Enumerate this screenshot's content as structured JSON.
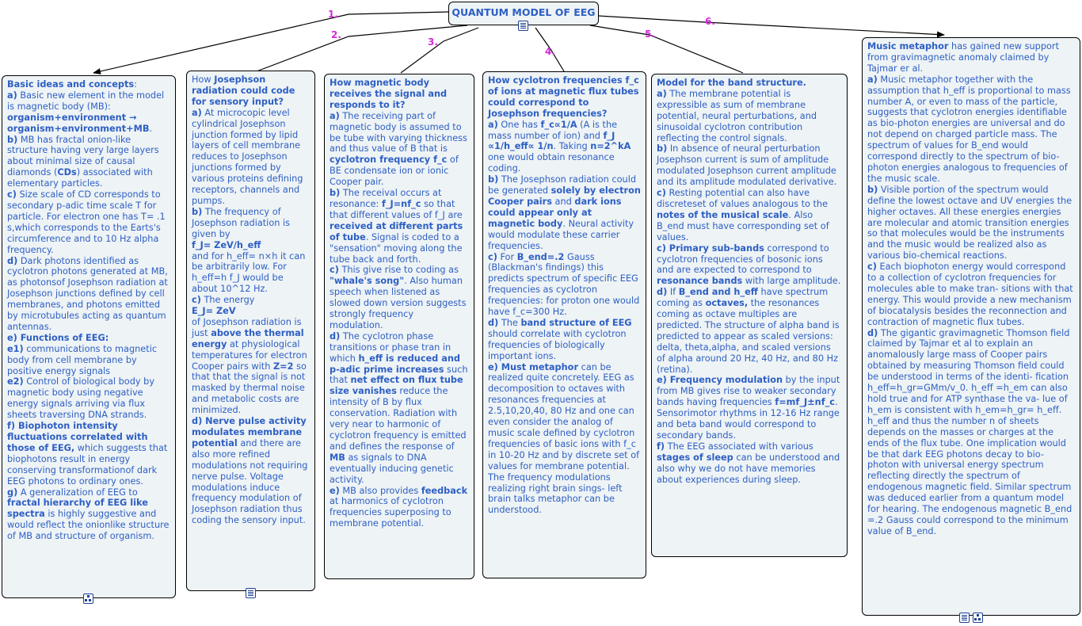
{
  "root": {
    "title": "QUANTUM MODEL OF EEG"
  },
  "colors": {
    "text": "#2d5fc4",
    "number": "#d42ad8",
    "box_bg": "#eef3f5",
    "border": "#000000"
  },
  "links": [
    "1.",
    "2.",
    "3.",
    "4.",
    "5.",
    "6."
  ],
  "nodes": [
    {
      "paras": [
        [
          {
            "t": "Basic ideas and concepts",
            "b": true
          },
          {
            "t": ":"
          }
        ],
        [
          {
            "t": "a)",
            "b": true
          },
          {
            "t": " Basic new element in the model is magnetic body (MB): "
          },
          {
            "t": "organism+environment → organism+environment+MB",
            "b": true
          },
          {
            "t": "."
          }
        ],
        [
          {
            "t": "b)",
            "b": true
          },
          {
            "t": " MB has fractal onion-like structure having very large layers  about minimal size of causal diamonds ("
          },
          {
            "t": "CDs",
            "b": true
          },
          {
            "t": ") associated with  elementary particles."
          }
        ],
        [
          {
            "t": "c)",
            "b": true
          },
          {
            "t": " Size scale of CD corresponds to secondary p-adic time scale T for particle. For  electron one has T= .1 s,which corresponds to the Earts's  circumference and to 10 Hz alpha frequency."
          }
        ],
        [
          {
            "t": "d)",
            "b": true
          },
          {
            "t": " Dark photons identified as cyclotron photons generated at MB,  as  photonsof Josephson radiation at Josephson junctions defined by cell membranes, and photons emitted by  microtubules acting as quantum  antennas."
          }
        ],
        [
          {
            "t": "e) Functions of EEG:",
            "b": true
          }
        ],
        [
          {
            "t": "e1)",
            "b": true
          },
          {
            "t": " communications to magnetic body  from cell membrane by positive energy signals"
          }
        ],
        [
          {
            "t": "e2)",
            "b": true
          },
          {
            "t": " Control of biological body by magnetic body using negative energy signals  arriving via flux sheets traversing DNA strands."
          }
        ],
        [
          {
            "t": "f) Biophoton intensity fluctuations correlated with those of EEG,",
            "b": true
          },
          {
            "t": " which suggests that biophotons result in energy conserving transformationof dark EEG photons  to ordinary ones."
          }
        ],
        [
          {
            "t": "g)",
            "b": true
          },
          {
            "t": " A generalization of EEG to "
          },
          {
            "t": "fractal hierarchy of EEG like spectra",
            "b": true
          },
          {
            "t": " is  highly suggestive and would  reflect the onionlike structure  of MB and structure of organism."
          }
        ]
      ]
    },
    {
      "paras": [
        [
          {
            "t": "How "
          },
          {
            "t": "Josephson radiation could code for sensory input?",
            "b": true
          }
        ],
        [
          {
            "t": "a)",
            "b": true
          },
          {
            "t": " At microcopic level cylindrical Josephson junction  formed by lipid layers of cell membrane reduces to Josephson junctions formed by various proteins defining receptors, channels and pumps."
          }
        ],
        [
          {
            "t": "b)",
            "b": true
          },
          {
            "t": " The frequency of Josephson radiation is given by"
          }
        ],
        [
          {
            "t": "f_J= ZeV/h_eff",
            "b": true
          }
        ],
        [
          {
            "t": "and for  h_eff= n×h it can be arbitrarily low. For h_eff=h f_J would be about 10^12 Hz."
          }
        ],
        [
          {
            "t": "c)",
            "b": true
          },
          {
            "t": " The energy"
          }
        ],
        [
          {
            "t": "E_J= ZeV",
            "b": true
          }
        ],
        [
          {
            "t": "of Josephson radiation is just "
          },
          {
            "t": "above the thermal energy",
            "b": true
          },
          {
            "t": " at physiological temperatures for electron Cooper pairs with "
          },
          {
            "t": "Z=2",
            "b": true
          },
          {
            "t": "  so that that the signal is not masked by thermal noise  and metabolic costs are  minimized."
          }
        ],
        [
          {
            "t": "d) Nerve pulse activity modulates membrane potential",
            "b": true
          },
          {
            "t": " and there are also more refined modulations not requiring  nerve pulse. Voltage modulations induce  frequency modulation of Josephson radiation thus coding  the sensory input."
          }
        ]
      ]
    },
    {
      "paras": [
        [
          {
            "t": "How magnetic body receives the signal and responds to it?",
            "b": true
          }
        ],
        [
          {
            "t": "a)",
            "b": true
          },
          {
            "t": " The receiving part of magnetic body is assumed to be tube with varying thickness and thus value of B that is "
          },
          {
            "t": "cyclotron frequency  f_c",
            "b": true
          },
          {
            "t": " of BE condensate ion or ionic Cooper pair."
          }
        ],
        [
          {
            "t": "b)",
            "b": true
          },
          {
            "t": " The receival occurs at resonance: "
          },
          {
            "t": "f_J=nf_c",
            "b": true
          },
          {
            "t": " so that that different values of f_J are "
          },
          {
            "t": "received at different parts of tube",
            "b": true
          },
          {
            "t": ". Signal is coded to a \"sensation\" moving  along the tube back and forth."
          }
        ],
        [
          {
            "t": "c)",
            "b": true
          },
          {
            "t": " This give rise to coding as "
          },
          {
            "t": "\"whale's song\"",
            "b": true
          },
          {
            "t": ". Also human  speech when listened  as slowed down version suggests strongly frequency modulation."
          }
        ],
        [
          {
            "t": "d)",
            "b": true
          },
          {
            "t": " The cyclotron phase transitions or phase tran in which "
          },
          {
            "t": "h_eff  is reduced and p-adic prime increases",
            "b": true
          },
          {
            "t": " such that "
          },
          {
            "t": "net effect on flux tube size vanishes",
            "b": true
          },
          {
            "t": " reduce the intensity of B by flux conservation.  Radiation with very near  to harmonic of cyclotron frequency is emitted  and defines the response of "
          },
          {
            "t": "MB",
            "b": true
          },
          {
            "t": " as signals to DNA eventually inducing genetic activity."
          }
        ],
        [
          {
            "t": "e)",
            "b": true
          },
          {
            "t": " MB also provides "
          },
          {
            "t": "feedback",
            "b": true
          },
          {
            "t": " at harmonics of cyclotron frequencies superposing to membrane potential."
          }
        ]
      ]
    },
    {
      "paras": [
        [
          {
            "t": "How cyclotron frequencies f_c of ions at magnetic flux tubes could correspond to Josephson frequencies?",
            "b": true
          }
        ],
        [
          {
            "t": "a)",
            "b": true
          },
          {
            "t": " One has "
          },
          {
            "t": "f_c∝1/A",
            "b": true
          },
          {
            "t": "  (A is the mass number of ion) and "
          },
          {
            "t": "f_J ∝1/h_eff∝ 1/n",
            "b": true
          },
          {
            "t": ". Taking  "
          },
          {
            "t": "n=2^kA",
            "b": true
          },
          {
            "t": " one would obtain resonance coding."
          }
        ],
        [
          {
            "t": "b)",
            "b": true
          },
          {
            "t": " The Josephson radiation could  be generated "
          },
          {
            "t": "solely by  electron Cooper pairs",
            "b": true
          },
          {
            "t": " and "
          },
          {
            "t": "dark ions could appear only at magnetic body",
            "b": true
          },
          {
            "t": ". Neural activity would modulate these carrier frequencies."
          }
        ],
        [
          {
            "t": "c)",
            "b": true
          },
          {
            "t": " For "
          },
          {
            "t": "B_end=.2",
            "b": true
          },
          {
            "t": " Gauss (Blackman's findings) this predicts spectrum of specific EEG frequencies as cyclotron frequencies: for proton one would have f_c=300 Hz."
          }
        ],
        [
          {
            "t": "d)",
            "b": true
          },
          {
            "t": " The   "
          },
          {
            "t": "band structure of EEG",
            "b": true
          },
          {
            "t": " should correlate with cyclotron  frequencies of biologically important ions."
          }
        ],
        [
          {
            "t": "e) Must metaphor",
            "b": true
          },
          {
            "t": " can be realized quite concretely. EEG as decomposition to octaves with resonances frequencies at 2.5,10,20,40, 80 Hz and one can even consider the analog of music scale defined by cyclotron frequencies of basic ions with f_c in 10-20 Hz and by discrete set of values for membrane potential. The frequency modulations  realizing right brain sings- left brain talks metaphor can be understood."
          }
        ]
      ]
    },
    {
      "paras": [
        [
          {
            "t": "Model for the band structure.",
            "b": true
          }
        ],
        [
          {
            "t": "a)",
            "b": true
          },
          {
            "t": " The membrane potential is expressible as sum of membrane potential, neural perturbations,  and sinusoidal cyclotron contribution reflecting the control signals."
          }
        ],
        [
          {
            "t": "b)",
            "b": true
          },
          {
            "t": " In absence of neural perturbation Josephson current is sum of amplitude modulated Josephson current amplitude and its amplitude modulated derivative."
          }
        ],
        [
          {
            "t": "c)",
            "b": true
          },
          {
            "t": " Resting potential can also have discreteset of values analogous to the "
          },
          {
            "t": "notes of the musical scale",
            "b": true
          },
          {
            "t": ". Also B_end must have corresponding set of values."
          }
        ],
        [
          {
            "t": "c) Primary sub-bands",
            "b": true
          },
          {
            "t": " correspond to cyclotron frequencies of bosonic ions and are expected to correspond to "
          },
          {
            "t": "resonance bands",
            "b": true
          },
          {
            "t": " with large amplitude."
          }
        ],
        [
          {
            "t": "d)",
            "b": true
          },
          {
            "t": " If "
          },
          {
            "t": "B_end and h_eff",
            "b": true
          },
          {
            "t": " have spectrum coming as "
          },
          {
            "t": "octaves,",
            "b": true
          },
          {
            "t": " the resonances coming as octave multiples are predicted. The structure of  alpha band is predicted to appear as scaled versions:  delta, theta,alpha, and scaled versions of alpha around 20 Hz, 40 Hz,  and 80 Hz (retina)."
          }
        ],
        [
          {
            "t": "e) Frequency modulation",
            "b": true
          },
          {
            "t": " by the input from MB gives rise to weaker secondary  bands having  frequencies "
          },
          {
            "t": "f=mf_J±nf_c",
            "b": true
          },
          {
            "t": ". Sensorimotor rhythms in 12-16 Hz range and beta band would correspond to secondary bands."
          }
        ],
        [
          {
            "t": "f)",
            "b": true
          },
          {
            "t": " The EEG associated with various "
          },
          {
            "t": "stages of sleep",
            "b": true
          },
          {
            "t": " can be understood and also why we do not have memories about experiences during sleep."
          }
        ]
      ]
    },
    {
      "paras": [
        [
          {
            "t": "Music metaphor",
            "b": true
          },
          {
            "t": " has gained new support from gravimagnetic anomaly claimed by Tajmar er al."
          }
        ],
        [
          {
            "t": "a)",
            "b": true
          },
          {
            "t": " Music metaphor together with the assumption that h_eff is proportional to mass number A, or even to mass of the particle, suggests that cyclotron energies identifiable as bio-photon energies are universal and do not depend on charged particle mass. The spectrum of values for B_end would correspond directly to the spectrum of bio-photon energies analogous to frequencies of the music scale."
          }
        ],
        [
          {
            "t": "b)",
            "b": true
          },
          {
            "t": " Visible portion of the spectrum would define the lowest octave and UV energies the higher octaves.  All these energies energies are molecular and atomic transition energies so that molecules would be the instruments and the music would be realized also as various bio-chemical reactions."
          }
        ],
        [
          {
            "t": "c)",
            "b": true
          },
          {
            "t": " Each biophoton energy would correspond to a collection of cyclotron frequencies for molecules able to make tran- sitions with that energy. This would provide a new mechanism of biocatalysis besides the reconnection and contraction of magnetic flux tubes."
          }
        ],
        [
          {
            "t": "d)",
            "b": true
          },
          {
            "t": " The gigantic gravimagnetic Thomson field claimed by Tajmar et al to explain an anomalously large mass of Cooper pairs obtained by measuring Thomson field could be understood in terms of the identi- fication h_eff=h_gr=GMm/v_0. h_eff =h_em can also hold true and for ATP synthase the va- lue of h_em is consistent with h_em=h_gr= h_eff. h_eff and thus the number n of sheets depends on the masses or charges at the ends of the flux tube. One implication would be that dark EEG photons decay to bio-photon with universal energy spectrum reflecting directly the spectrum of endogenous magnetic field. Similar spectrum was deduced earlier from a quantum model for hearing. The endogenous magnetic B_end =.2 Gauss could correspond to the minimum value of B_end."
          }
        ]
      ]
    }
  ],
  "icons": [
    "document-icon",
    "tree-icon"
  ]
}
